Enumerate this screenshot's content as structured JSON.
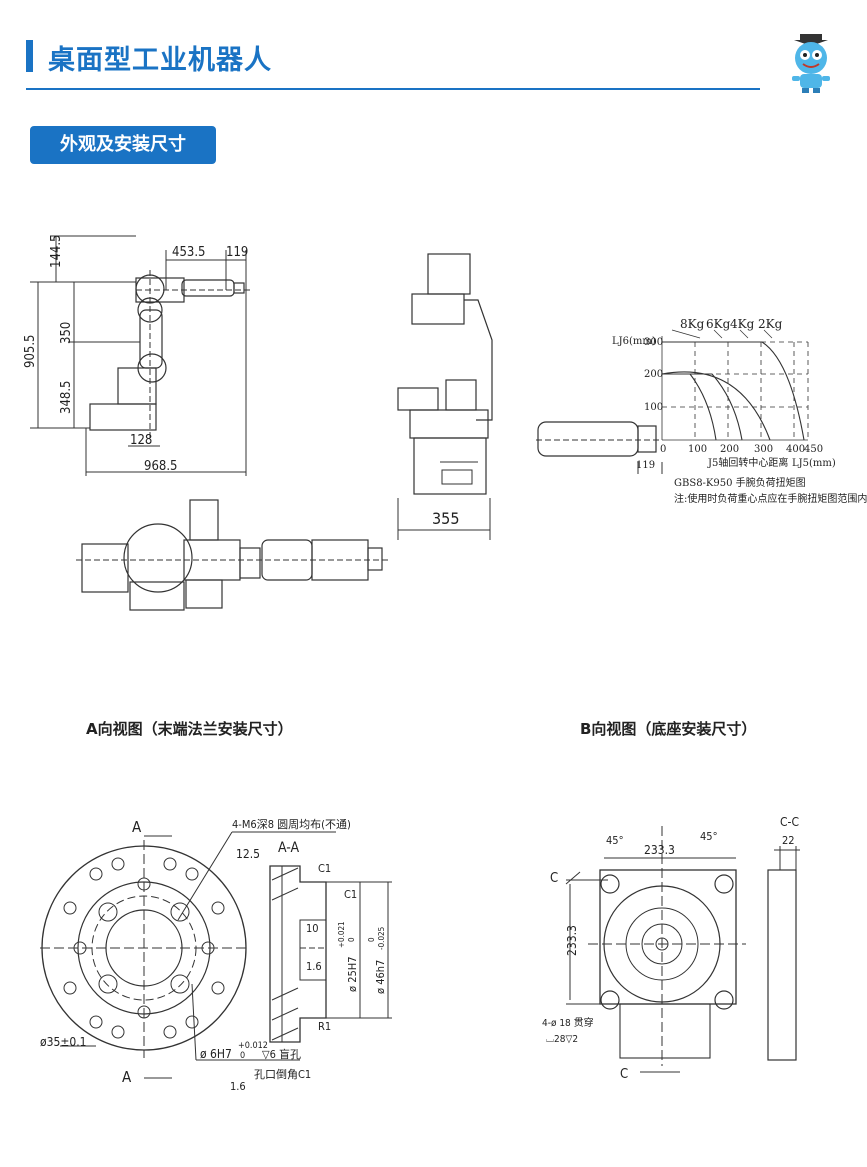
{
  "header": {
    "title": "桌面型工业机器人",
    "section_badge": "外观及安装尺寸"
  },
  "colors": {
    "accent": "#1a73c4",
    "line": "#333333"
  },
  "side_view": {
    "dims": {
      "d144_5": "144.5",
      "d453_5": "453.5",
      "d119a": "119",
      "d905_5": "905.5",
      "d350": "350",
      "d348_5": "348.5",
      "d128": "128",
      "d968_5": "968.5"
    }
  },
  "front_view": {
    "dims": {
      "d355": "355"
    }
  },
  "load_chart": {
    "series": [
      "8Kg",
      "6Kg",
      "4Kg",
      "2Kg"
    ],
    "y_label": "LJ6(mm)",
    "y_ticks": [
      "300",
      "200",
      "100"
    ],
    "x_ticks": [
      "0",
      "100",
      "200",
      "300",
      "400",
      "450"
    ],
    "x_label": "LJ5(mm)",
    "x_sub_label": "J5轴回转中心距离",
    "offset": "119",
    "caption": "GBS8-K950 手腕负荷扭矩图",
    "note": "注:使用时负荷重心点应在手腕扭矩图范围内"
  },
  "view_a": {
    "caption": "A向视图（末端法兰安装尺寸）",
    "section_label": "A",
    "section_aa": "A-A",
    "hole_spec": "4-M6深8 圆周均布(不通)",
    "d12_5": "12.5",
    "d35": "ø35±0.1",
    "d6h7": "ø 6H7",
    "tol6": "+0.012",
    "tol6b": "0",
    "depth6": "▽6 盲孔",
    "chamfer_note": "孔口倒角C1",
    "d1_6": "1.6",
    "c1a": "C1",
    "c1b": "C1",
    "d10": "10",
    "d1_6b": "1.6",
    "d25h7": "ø 25H7",
    "tol25": "+0.021",
    "tol25b": "0",
    "d46h7": "ø 46h7",
    "tol46": "0",
    "tol46b": "-0.025",
    "r1": "R1"
  },
  "view_b": {
    "caption": "B向视图（底座安装尺寸）",
    "angle1": "45°",
    "angle2": "45°",
    "d233_3h": "233.3",
    "d233_3v": "233.3",
    "c_label": "C",
    "c_label2": "C",
    "cc_label": "C-C",
    "d22": "22",
    "hole_spec": "4-ø 18 贯穿",
    "counterbore": "⌴28▽2"
  }
}
